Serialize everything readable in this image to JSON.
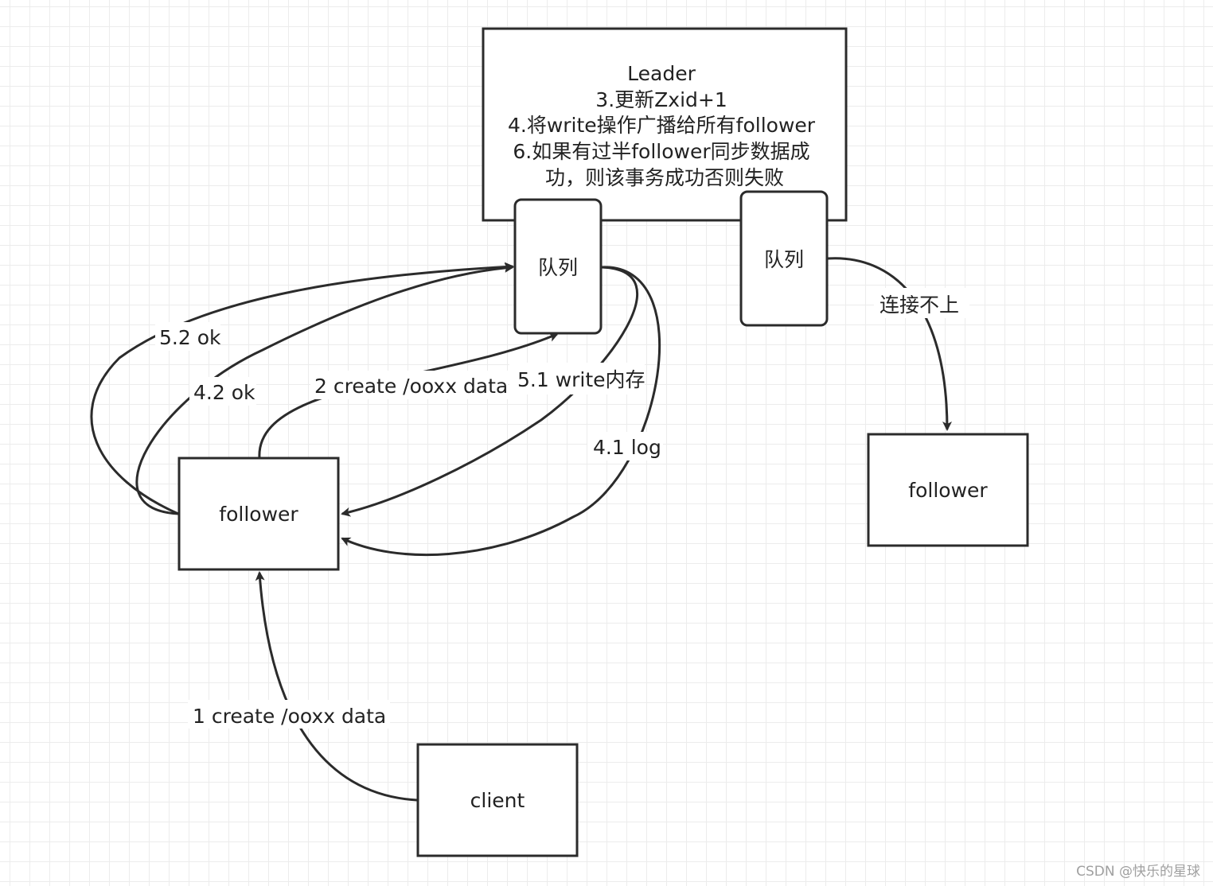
{
  "nodes": {
    "leader": {
      "lines": [
        "Leader",
        "3.更新Zxid+1",
        "4.将write操作广播给所有follower",
        "6.如果有过半follower同步数据成",
        "功，则该事务成功否则失败"
      ]
    },
    "queue_left": {
      "label": "队列"
    },
    "queue_right": {
      "label": "队列"
    },
    "follower_left": {
      "label": "follower"
    },
    "follower_right": {
      "label": "follower"
    },
    "client": {
      "label": "client"
    }
  },
  "edges": {
    "create_client": "1  create /ooxx data",
    "create_forward": "2 create /ooxx data",
    "log": "4.1 log",
    "ack_log": "4.2 ok",
    "write_mem": "5.1 write内存",
    "ack_write": "5.2 ok",
    "disconnected": "连接不上"
  },
  "watermark": "CSDN @快乐的星球",
  "colors": {
    "stroke": "#2b2b2b",
    "grid": "#ececec",
    "background": "#ffffff"
  }
}
